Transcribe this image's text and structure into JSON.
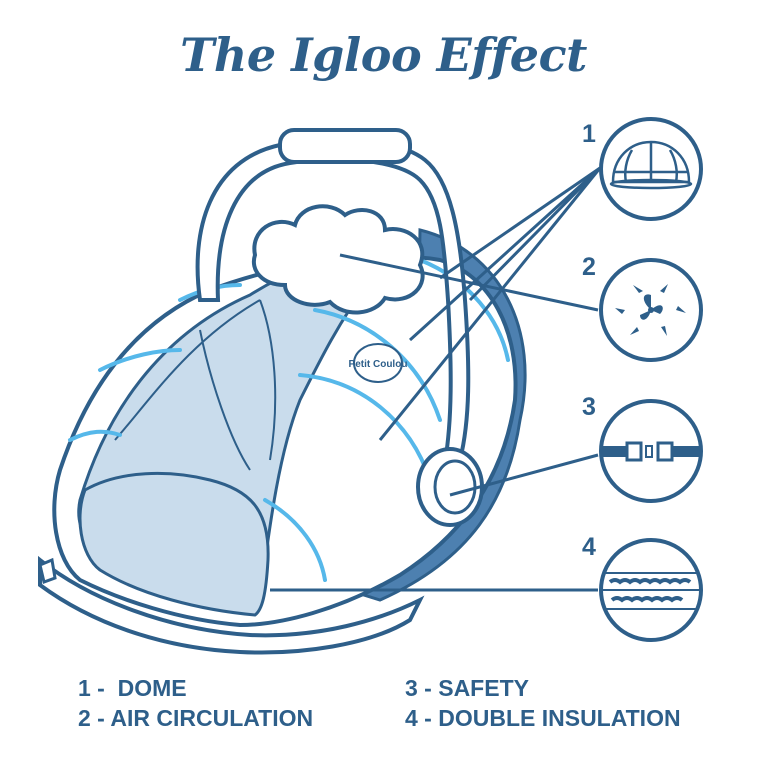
{
  "title": "The Igloo Effect",
  "brand_logo_text": "Petit Coulou",
  "colors": {
    "outline": "#2e5f8a",
    "accent_blue": "#56b8ea",
    "fill_light": "#c9dcec",
    "fill_dark": "#4d80b0"
  },
  "callouts": [
    {
      "number": "1",
      "icon": "dome-icon"
    },
    {
      "number": "2",
      "icon": "air-circulation-icon"
    },
    {
      "number": "3",
      "icon": "seat-belt-icon"
    },
    {
      "number": "4",
      "icon": "insulation-layers-icon"
    }
  ],
  "legend": [
    {
      "label": "1 -  DOME"
    },
    {
      "label": "2 - AIR CIRCULATION"
    },
    {
      "label": "3 - SAFETY"
    },
    {
      "label": "4 - DOUBLE INSULATION"
    }
  ]
}
